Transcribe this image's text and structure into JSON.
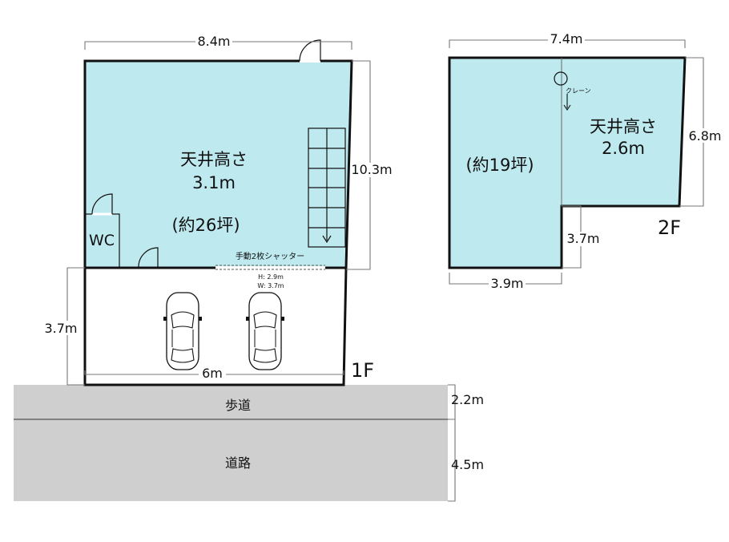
{
  "floor1": {
    "floor_label": "1F",
    "ceiling_label": "天井高さ",
    "ceiling_height": "3.1m",
    "area": "(約26坪)",
    "wc_label": "WC",
    "shutter_label": "手動2枚シャッター",
    "shutter_h": "H: 2.9m",
    "shutter_w": "W: 3.7m",
    "dim_width": "8.4m",
    "dim_depth": "10.3m",
    "dim_parking_depth": "3.7m",
    "dim_parking_width": "6m"
  },
  "floor2": {
    "floor_label": "2F",
    "ceiling_label": "天井高さ",
    "ceiling_height": "2.6m",
    "area": "(約19坪)",
    "crane_label": "クレーン",
    "dim_width": "7.4m",
    "dim_depth": "6.8m",
    "dim_notch_depth": "3.7m",
    "dim_bottom_width": "3.9m"
  },
  "street": {
    "sidewalk_label": "歩道",
    "sidewalk_width": "2.2m",
    "road_label": "道路",
    "road_width": "4.5m"
  },
  "colors": {
    "room_fill": "#bde9ef",
    "road_fill": "#cfcfcf",
    "line": "#111111"
  }
}
